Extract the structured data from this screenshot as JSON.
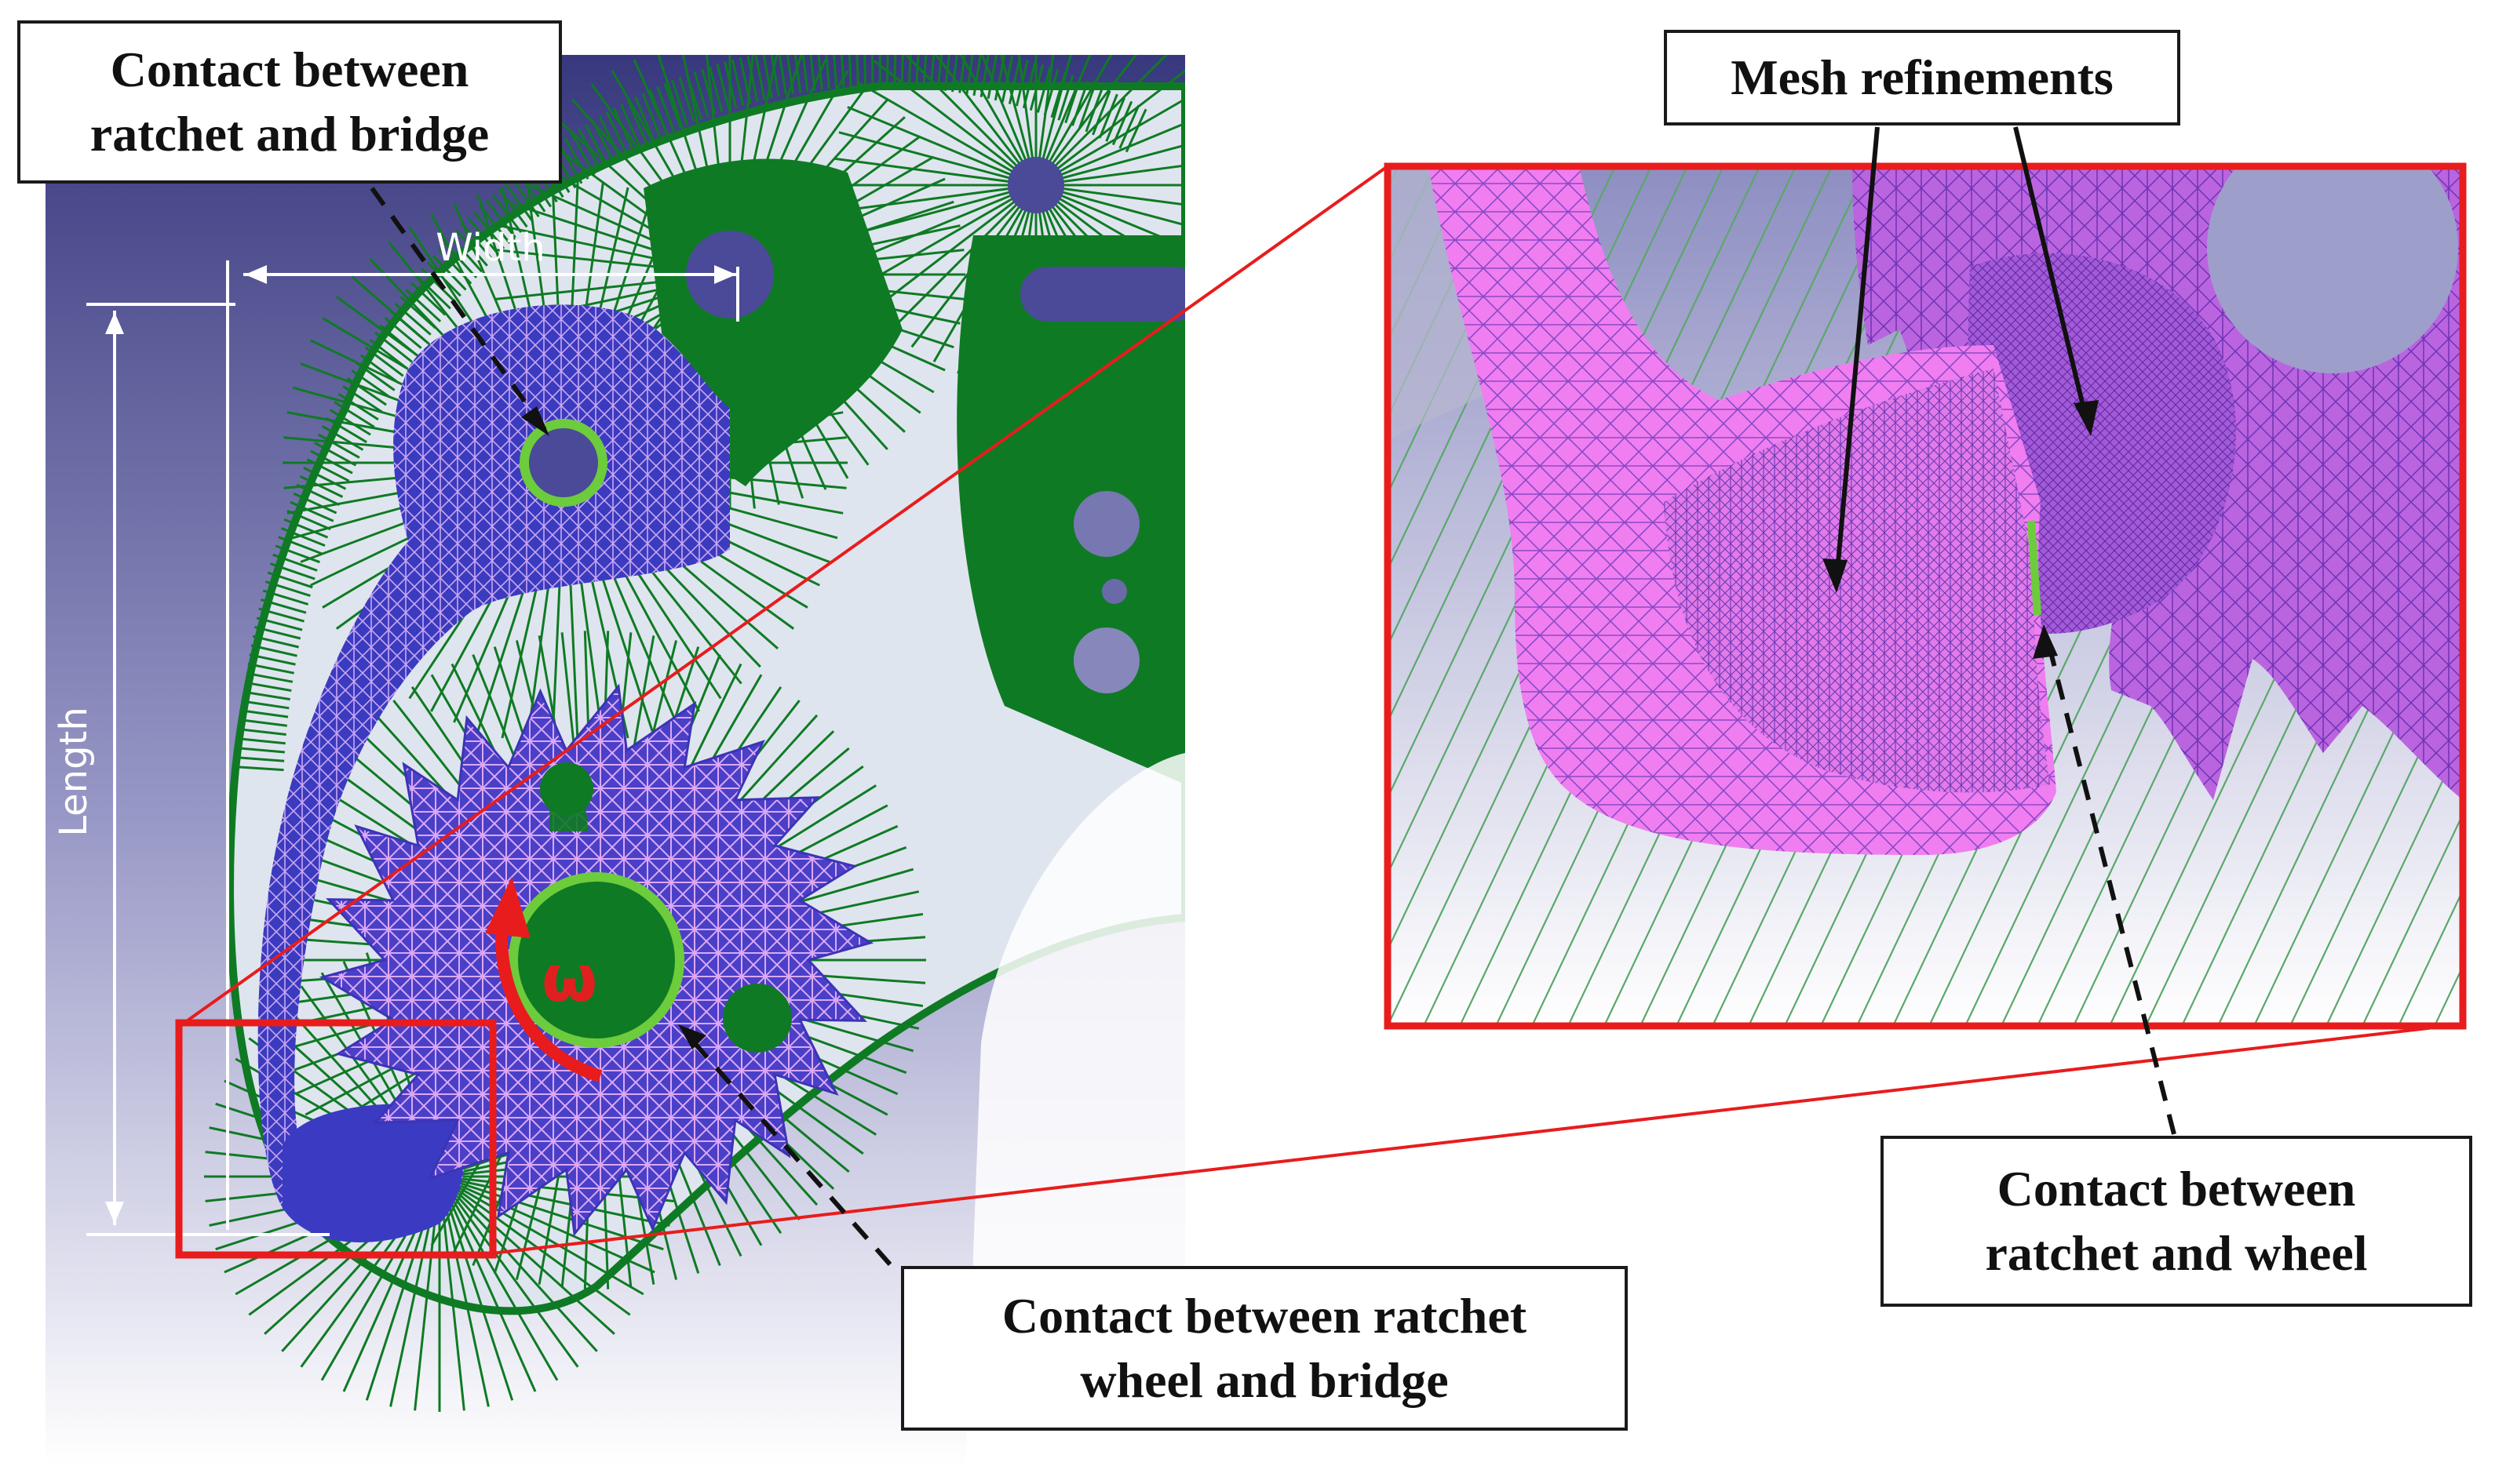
{
  "labels": {
    "width": "Width",
    "length": "Length",
    "omega": "ω"
  },
  "callouts": {
    "top_left": [
      "Contact between",
      "ratchet and bridge"
    ],
    "mesh": [
      "Mesh refinements"
    ],
    "bottom": [
      "Contact between ratchet",
      "wheel and bridge"
    ],
    "right": [
      "Contact between",
      "ratchet and wheel"
    ]
  },
  "colors": {
    "bridge_mesh": "#0f7a24",
    "part_mesh": "#3c3cbf",
    "zoom_mesh": "#f07ef0",
    "contact": "#6ccc3c",
    "highlight": "#e81c1c",
    "background_top": "#38387e",
    "background_bottom": "#ffffff"
  }
}
